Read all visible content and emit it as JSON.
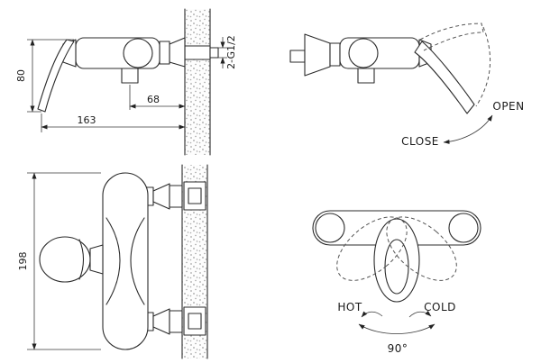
{
  "drawing": {
    "kind": "shower-mixer-technical-drawing",
    "views": {
      "side": {
        "height": "80",
        "depth": "163",
        "outlet_offset": "68",
        "thread": "2-G1/2"
      },
      "operation": {
        "open": "OPEN",
        "close": "CLOSE"
      },
      "plan": {
        "width": "198"
      },
      "front": {
        "hot": "HOT",
        "cold": "COLD",
        "angle": "90°"
      }
    },
    "colors": {
      "line": "#2b2b2b",
      "background": "#ffffff"
    }
  }
}
